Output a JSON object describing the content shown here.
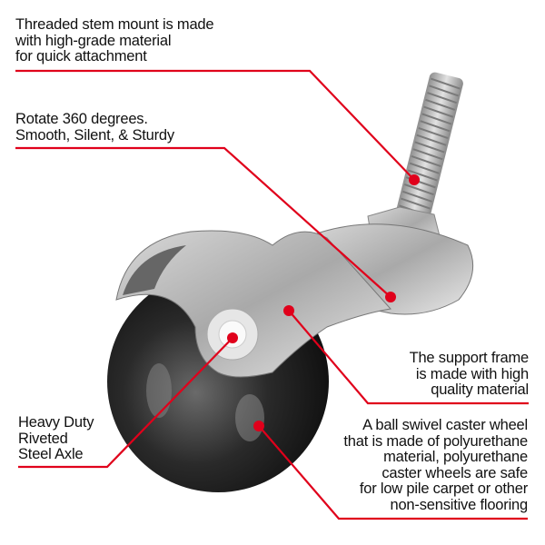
{
  "callouts": {
    "stem": "Threaded stem mount is made\nwith high-grade material\nfor quick attachment",
    "rotate": "Rotate 360 degrees.\nSmooth, Silent, & Sturdy",
    "frame": "The support frame\nis made with high\nquality material",
    "axle": "Heavy Duty\nRiveted\nSteel Axle",
    "wheel": "A ball swivel caster wheel\nthat is made of polyurethane\nmaterial, polyurethane\ncaster wheels are safe\nfor low pile carpet or other\nnon-sensitive flooring"
  },
  "colors": {
    "accent": "#e0001b",
    "wheel": "#1a1a1a",
    "metal": "#b8b8b8"
  }
}
